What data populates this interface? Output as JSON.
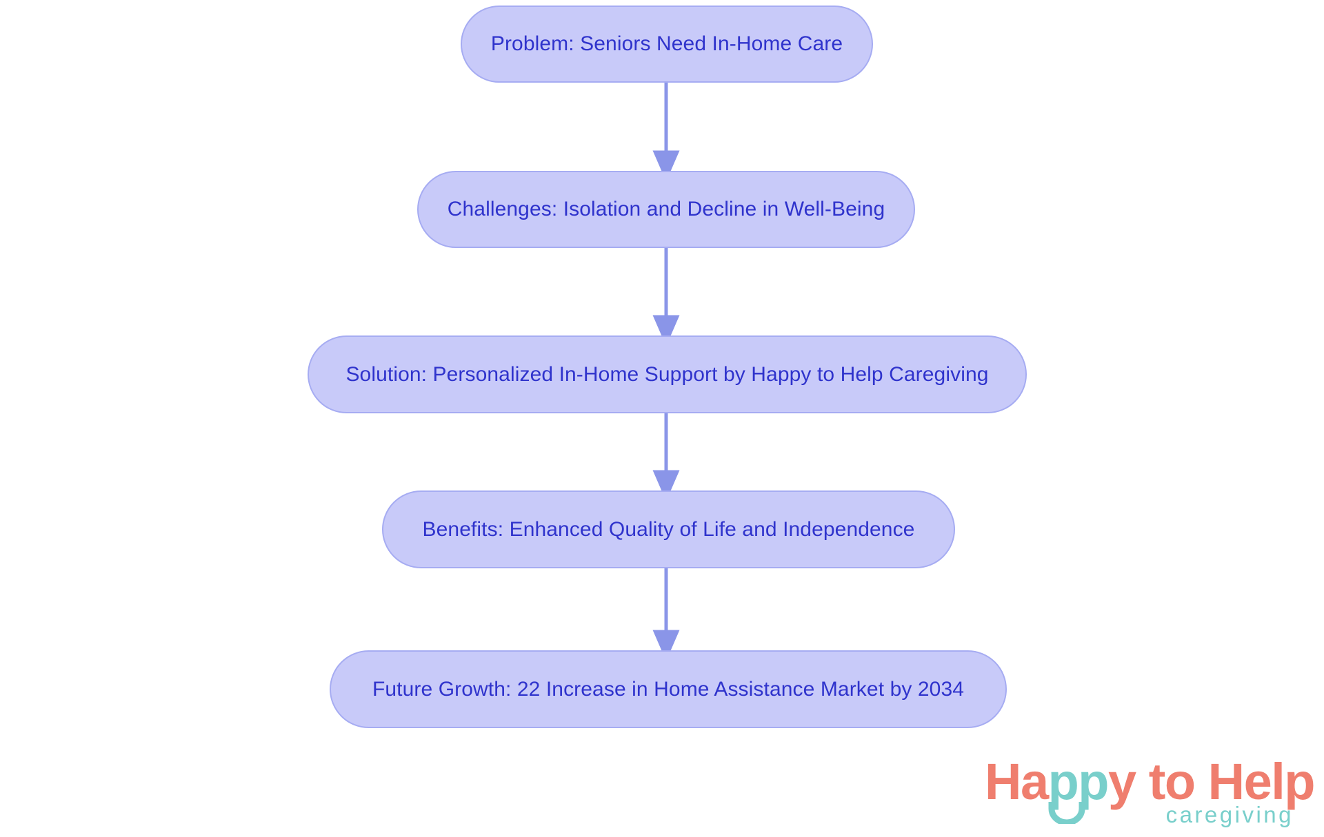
{
  "chart_data": {
    "type": "diagram",
    "diagram_type": "flowchart",
    "orientation": "top-to-bottom",
    "title": "",
    "nodes": [
      {
        "id": "n1",
        "label": "Problem: Seniors Need In-Home Care"
      },
      {
        "id": "n2",
        "label": "Challenges: Isolation and Decline in Well-Being"
      },
      {
        "id": "n3",
        "label": "Solution: Personalized In-Home Support by Happy to Help Caregiving"
      },
      {
        "id": "n4",
        "label": "Benefits: Enhanced Quality of Life and Independence"
      },
      {
        "id": "n5",
        "label": "Future Growth: 22 Increase in Home Assistance Market by 2034"
      }
    ],
    "edges": [
      {
        "from": "n1",
        "to": "n2",
        "label": ""
      },
      {
        "from": "n2",
        "to": "n3",
        "label": ""
      },
      {
        "from": "n3",
        "to": "n4",
        "label": ""
      },
      {
        "from": "n4",
        "to": "n5",
        "label": ""
      }
    ],
    "node_shape": "rounded-pill",
    "colors": {
      "background": "#ffffff",
      "node_fill": "#c8caf9",
      "node_border": "#a6acf2",
      "node_text": "#2f33cc",
      "edge": "#8a95e8"
    }
  },
  "flow": {
    "nodes": [
      {
        "label": "Problem: Seniors Need In-Home Care"
      },
      {
        "label": "Challenges: Isolation and Decline in Well-Being"
      },
      {
        "label": "Solution: Personalized In-Home Support by Happy to Help Caregiving"
      },
      {
        "label": "Benefits: Enhanced Quality of Life and Independence"
      },
      {
        "label": "Future Growth: 22 Increase in Home Assistance Market by 2034"
      }
    ]
  },
  "logo": {
    "word_1": "Ha",
    "word_2": "pp",
    "word_3": "y to Help",
    "subtext": "caregiving",
    "primary_color": "#ef7e6e",
    "accent_color": "#79cfcb"
  }
}
